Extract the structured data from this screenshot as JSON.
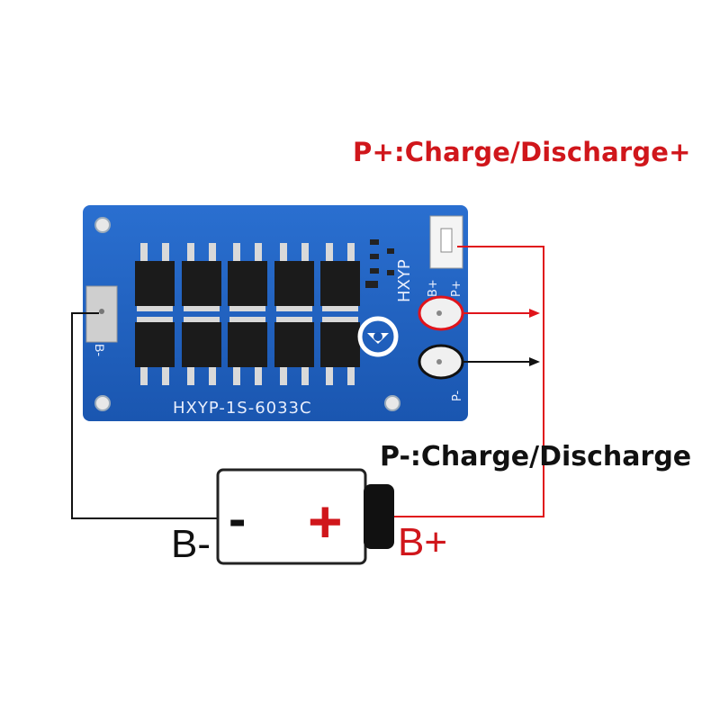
{
  "labels": {
    "p_plus": "P+:Charge/Discharge+",
    "p_minus": "P-:Charge/Discharge",
    "b_minus": "B-",
    "b_plus": "B+"
  },
  "battery": {
    "minus_sign": "-",
    "plus_sign": "+"
  },
  "board": {
    "model": "HXYP-1S-6033C",
    "brand": "HXYP",
    "pad_b_minus": "B-",
    "pad_b_plus": "B+",
    "pad_p_plus": "P+",
    "pad_p_minus": "P-"
  },
  "colors": {
    "board": "#1f5fbf",
    "wire_positive": "#e0141b",
    "wire_negative": "#111111",
    "label_red": "#d0161b"
  }
}
